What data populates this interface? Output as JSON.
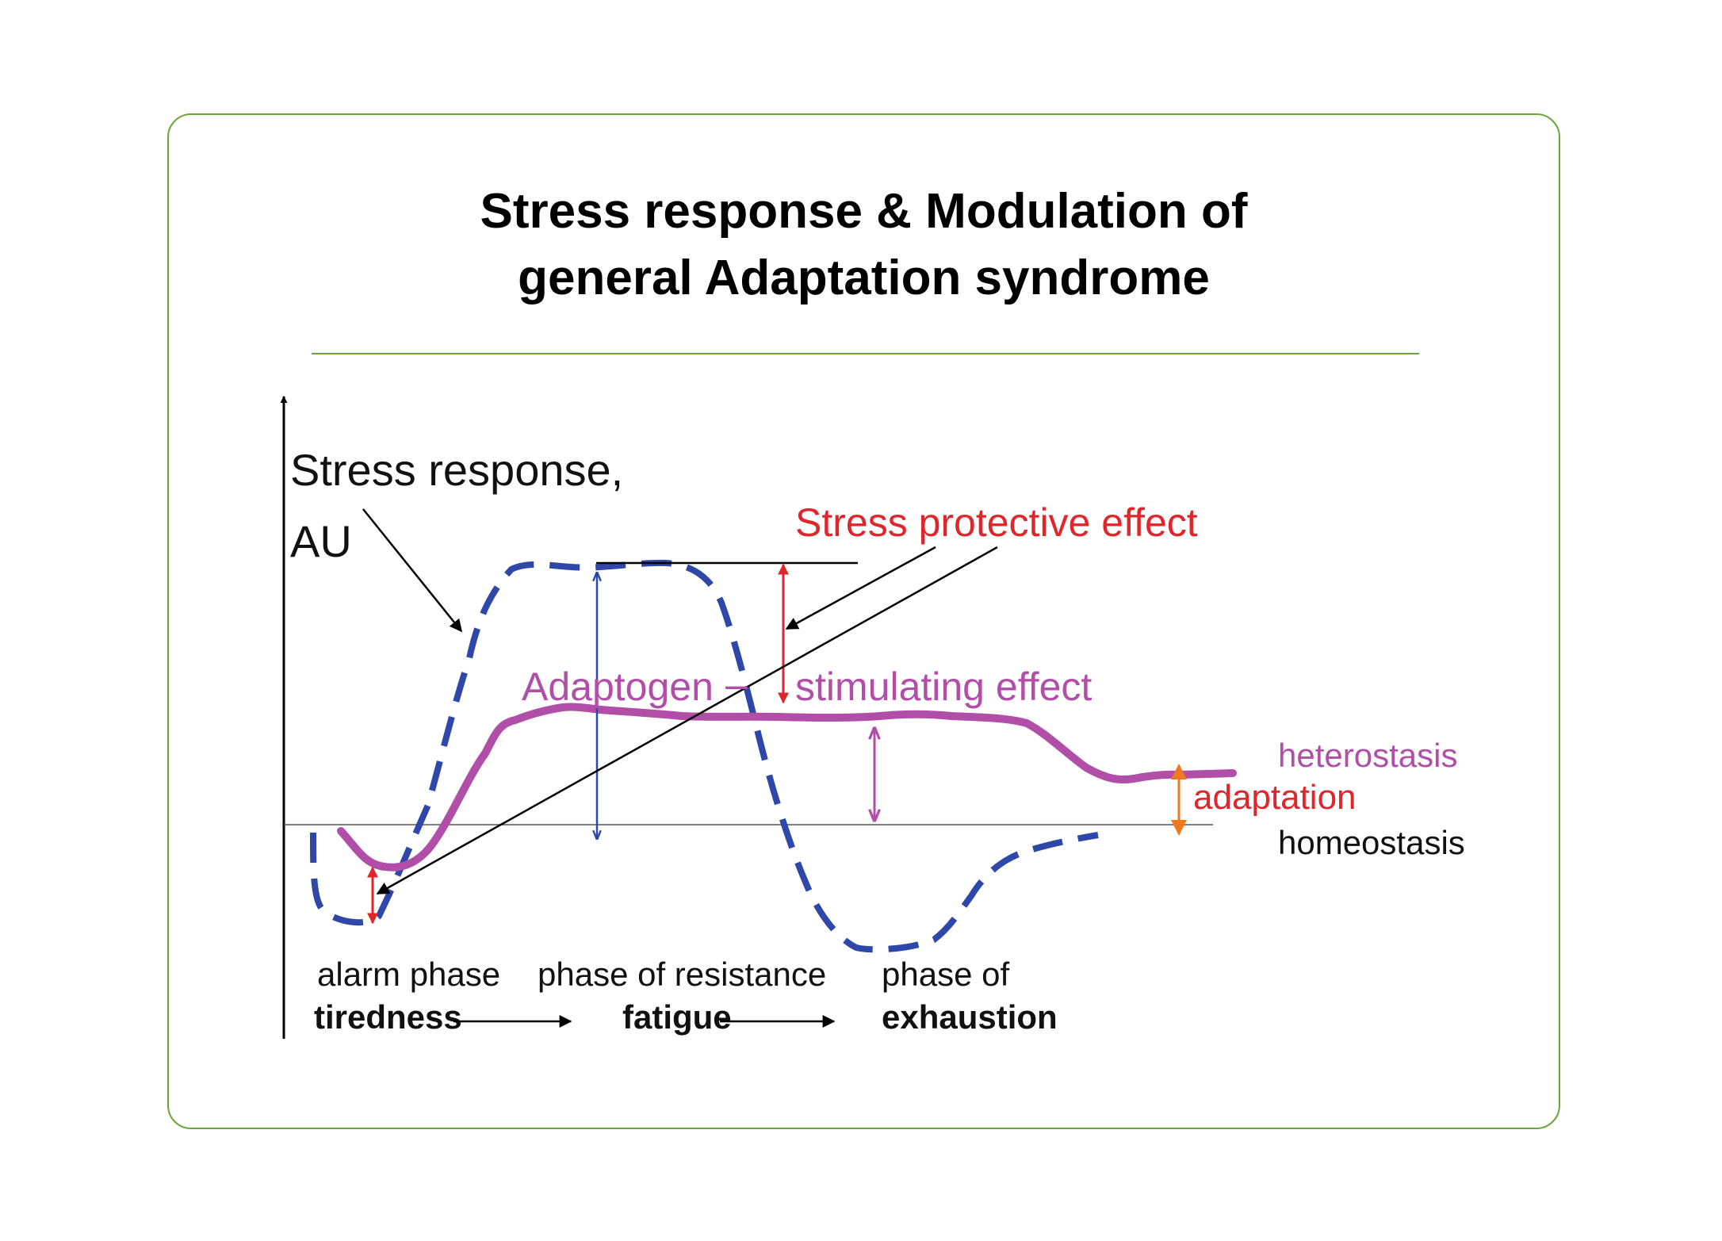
{
  "title": {
    "line1": "Stress response & Modulation of",
    "line2": "general Adaptation syndrome"
  },
  "axis": {
    "y_label_line1": "Stress response,",
    "y_label_line2": "AU"
  },
  "annotations": {
    "stress_protective": "Stress protective effect",
    "adaptogen": "Adaptogen",
    "dash": "–",
    "stimulating": "stimulating effect",
    "heterostasis": "heterostasis",
    "adaptation": "adaptation",
    "homeostasis": "homeostasis"
  },
  "phases": [
    {
      "name": "alarm phase",
      "state": "tiredness"
    },
    {
      "name": "phase of resistance",
      "state": "fatigue"
    },
    {
      "name": "phase of",
      "state": "exhaustion"
    }
  ],
  "colors": {
    "frame": "#6aa63a",
    "stress_curve": "#2e47a8",
    "adaptogen_curve": "#b04ea8",
    "protective": "#e0262b",
    "adaptation": "#f07820",
    "ink": "#000000"
  }
}
